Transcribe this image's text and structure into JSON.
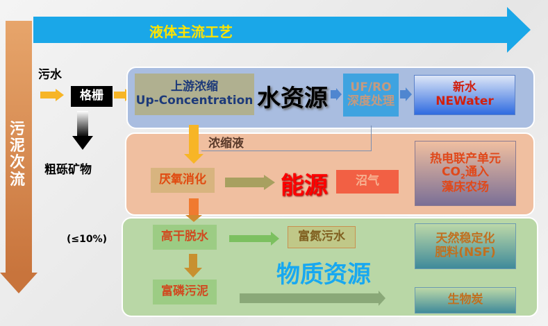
{
  "top_arrow": {
    "label": "液体主流工艺"
  },
  "left_arrow": {
    "label": "污泥次流"
  },
  "input": {
    "label": "污水"
  },
  "screen": {
    "label": "格栅"
  },
  "grit": {
    "label": "粗砾矿物"
  },
  "ratio": {
    "label": "(≤10%)"
  },
  "water": {
    "title": "水资源",
    "upconc_line1": "上游浓缩",
    "upconc_line2": "Up-Concentration",
    "uf_line1": "UF/RO",
    "uf_line2": "深度处理",
    "newater_line1": "新水",
    "newater_line2": "NEWater",
    "concentrate": "浓缩液"
  },
  "energy": {
    "title": "能源",
    "digestion": "厌氧消化",
    "biogas": "沼气",
    "chp_line1": "热电联产单元",
    "chp_line2a": "CO",
    "chp_line2sub": "2",
    "chp_line2b": "通入",
    "chp_line3": "藻床农场"
  },
  "material": {
    "title": "物质资源",
    "dewater": "高干脱水",
    "n_water": "富氮污水",
    "nsf_line1": "天然稳定化",
    "nsf_line2": "肥料(NSF)",
    "p_sludge": "富磷污泥",
    "biochar": "生物炭"
  },
  "colors": {
    "blue_arrow": "#1aa7e8",
    "sludge_arrow": "#d07a3a",
    "water_panel": "#a9bde0",
    "energy_panel": "#f0bfa0",
    "material_panel": "#b9d7a6"
  }
}
